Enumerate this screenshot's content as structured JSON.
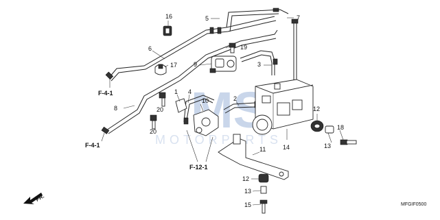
{
  "callouts": {
    "c1": "1",
    "c2": "2",
    "c3": "3",
    "c4": "4",
    "c5": "5",
    "c6": "6",
    "c7": "7",
    "c8": "8",
    "c9": "9",
    "c10": "10",
    "c11": "11",
    "c12a": "12",
    "c12b": "12",
    "c13a": "13",
    "c13b": "13",
    "c14": "14",
    "c15": "15",
    "c16": "16",
    "c17": "17",
    "c18": "18",
    "c19": "19",
    "c20a": "20",
    "c20b": "20"
  },
  "refs": {
    "f41_top": "F-4-1",
    "f41_bottom": "F-4-1",
    "f121": "F-12-1"
  },
  "watermark": {
    "brand": "MS",
    "sub": "MOTORPARTS"
  },
  "direction": "FR.",
  "diagram_code": "MFGIF0500"
}
